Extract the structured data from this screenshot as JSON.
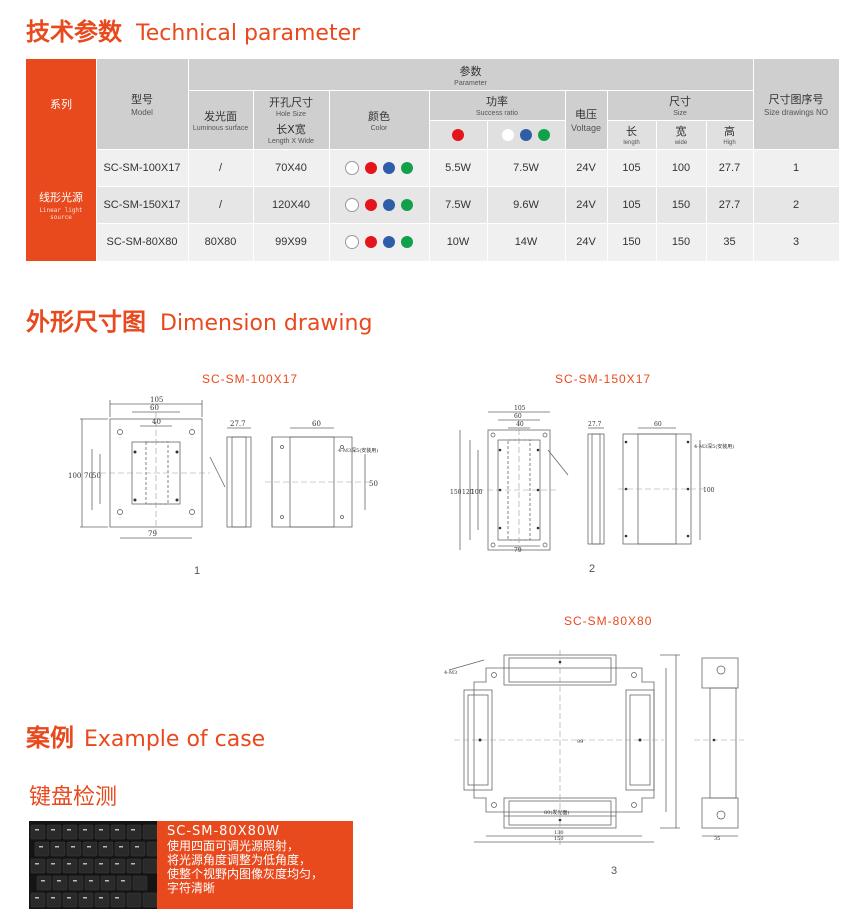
{
  "sections": {
    "tech": {
      "cn": "技术参数",
      "en": "Technical parameter"
    },
    "dimension": {
      "cn": "外形尺寸图",
      "en": "Dimension drawing"
    },
    "case": {
      "cn": "案例",
      "en": "Example of case"
    },
    "keyboard": {
      "cn": "键盘检测"
    }
  },
  "table": {
    "series": {
      "cn": "系列"
    },
    "model": {
      "cn": "型号",
      "en": "Model"
    },
    "param": {
      "cn": "参数",
      "en": "Parameter"
    },
    "luminous": {
      "cn": "发光面",
      "en": "Luminous surface"
    },
    "hole": {
      "cn": "开孔尺寸",
      "en": "Hole Size",
      "sub_cn": "长X宽",
      "sub_en": "Length X Wide"
    },
    "color": {
      "cn": "颜色",
      "en": "Color"
    },
    "power": {
      "cn": "功率",
      "en": "Success ratio"
    },
    "voltage": {
      "cn": "电压",
      "en": "Voltage"
    },
    "size": {
      "cn": "尺寸",
      "en": "Size",
      "length_cn": "长",
      "length_en": "length",
      "wide_cn": "宽",
      "wide_en": "wide",
      "high_cn": "高",
      "high_en": "High"
    },
    "drawing_no": {
      "cn": "尺寸图序号",
      "en": "Size drawings NO"
    },
    "series_name": {
      "cn": "线形光源",
      "en": "Linear light source"
    },
    "rows": [
      {
        "model": "SC-SM-100X17",
        "luminous": "/",
        "hole": "70X40",
        "power1": "5.5W",
        "power2": "7.5W",
        "voltage": "24V",
        "length": "105",
        "wide": "100",
        "high": "27.7",
        "no": "1"
      },
      {
        "model": "SC-SM-150X17",
        "luminous": "/",
        "hole": "120X40",
        "power1": "7.5W",
        "power2": "9.6W",
        "voltage": "24V",
        "length": "105",
        "wide": "150",
        "high": "27.7",
        "no": "2"
      },
      {
        "model": "SC-SM-80X80",
        "luminous": "80X80",
        "hole": "99X99",
        "power1": "10W",
        "power2": "14W",
        "voltage": "24V",
        "length": "150",
        "wide": "150",
        "high": "35",
        "no": "3"
      }
    ],
    "colors": {
      "white": "#ffffff",
      "red": "#e5141b",
      "blue": "#2f5ea8",
      "green": "#12a14b"
    }
  },
  "drawings": [
    {
      "model": "SC-SM-100X17",
      "number": "1",
      "dims": {
        "d105": "105",
        "d60": "60",
        "d40": "40",
        "d100": "100",
        "d70": "70",
        "d50": "50",
        "d79": "79",
        "d27": "27.7",
        "d60b": "60",
        "d50b": "50",
        "note": "4-M3深5(安装用)"
      }
    },
    {
      "model": "SC-SM-150X17",
      "number": "2",
      "dims": {
        "d105": "105",
        "d60": "60",
        "d40": "40",
        "d150": "150",
        "d120": "120",
        "d100": "100",
        "d79": "79",
        "d27": "27.7",
        "d60b": "60",
        "d100b": "100",
        "note": "4-M3深5(安装用)"
      }
    },
    {
      "model": "SC-SM-80X80",
      "number": "3",
      "dims": {
        "d99": "99",
        "d80": "80(发光面)",
        "d130": "130",
        "d150": "150",
        "d35": "35",
        "note": "4-M3"
      }
    }
  ],
  "case": {
    "model": "SC-SM-80X80W",
    "lines": [
      "使用四面可调光源照射，",
      "将光源角度调整为低角度，",
      "使整个视野内图像灰度均匀，",
      "字符清晰"
    ]
  }
}
